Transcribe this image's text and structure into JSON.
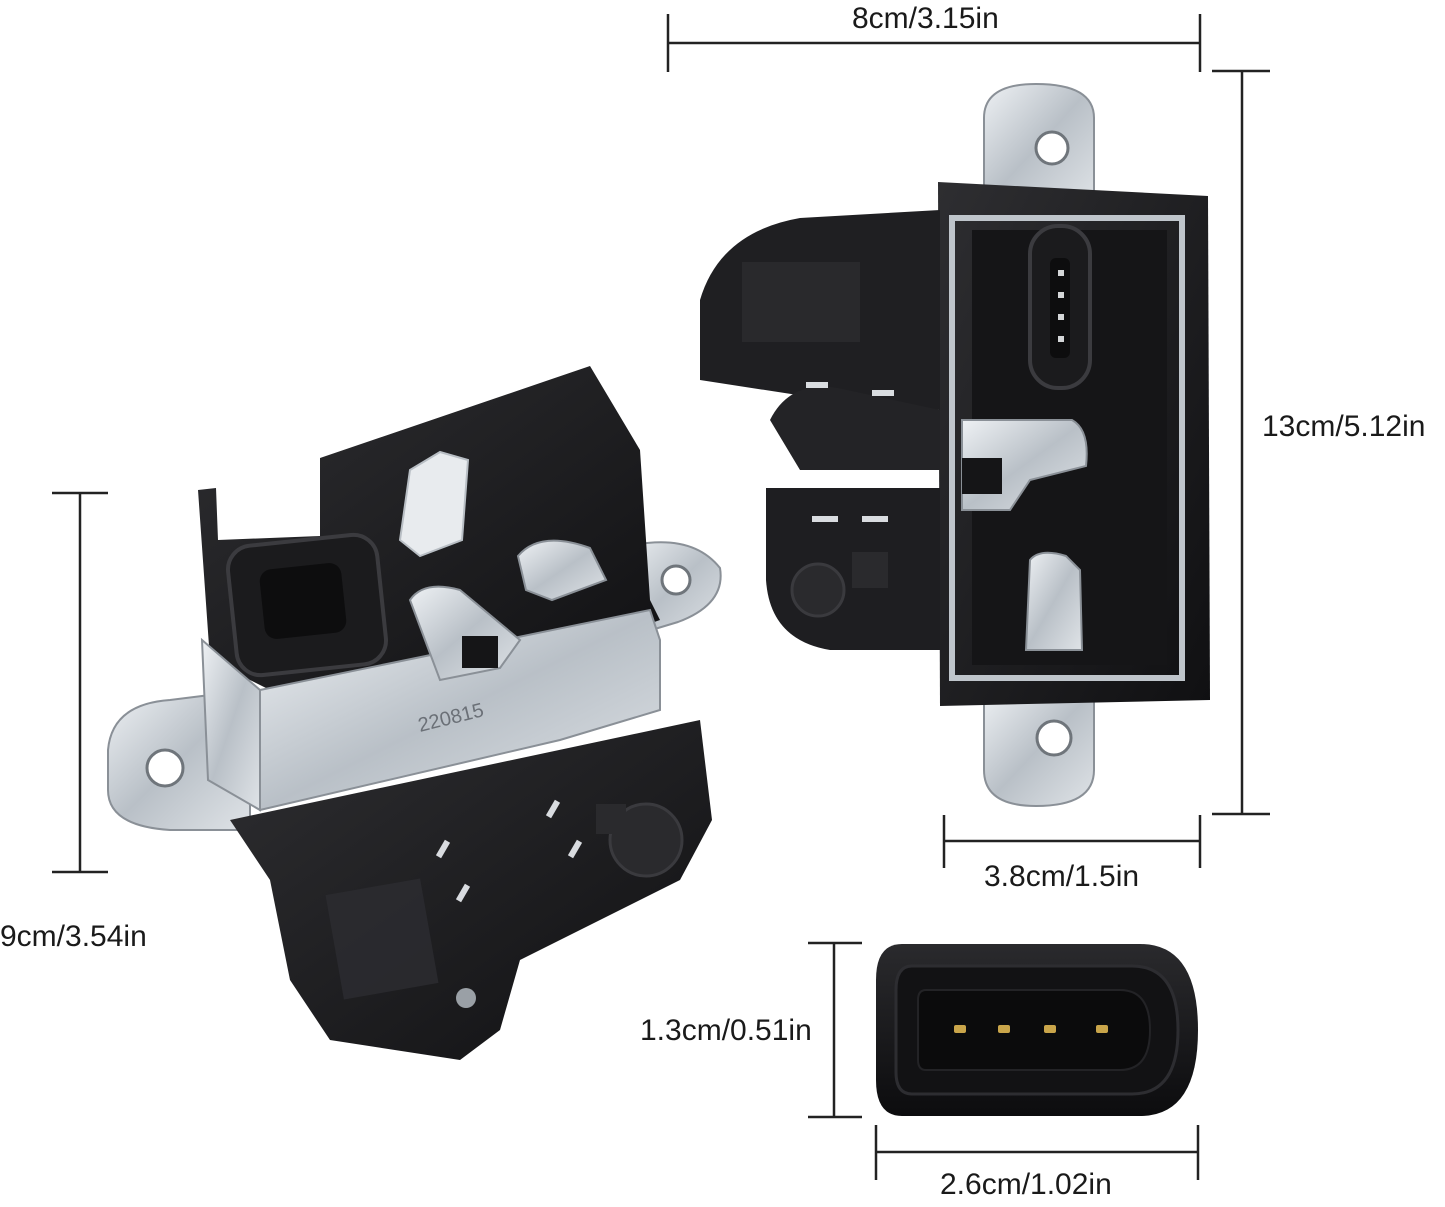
{
  "product": {
    "dimensions": {
      "width_top": "8cm/3.15in",
      "height_right": "13cm/5.12in",
      "width_bottom": "3.8cm/1.5in",
      "height_left": "9cm/3.54in",
      "connector_height": "1.3cm/0.51in",
      "connector_width": "2.6cm/1.02in"
    },
    "stamp_number": "220815",
    "colors": {
      "body": "#1d1d1f",
      "metal": "#c9ced3",
      "connector": "#151517",
      "pins": "#c9a54a"
    }
  }
}
